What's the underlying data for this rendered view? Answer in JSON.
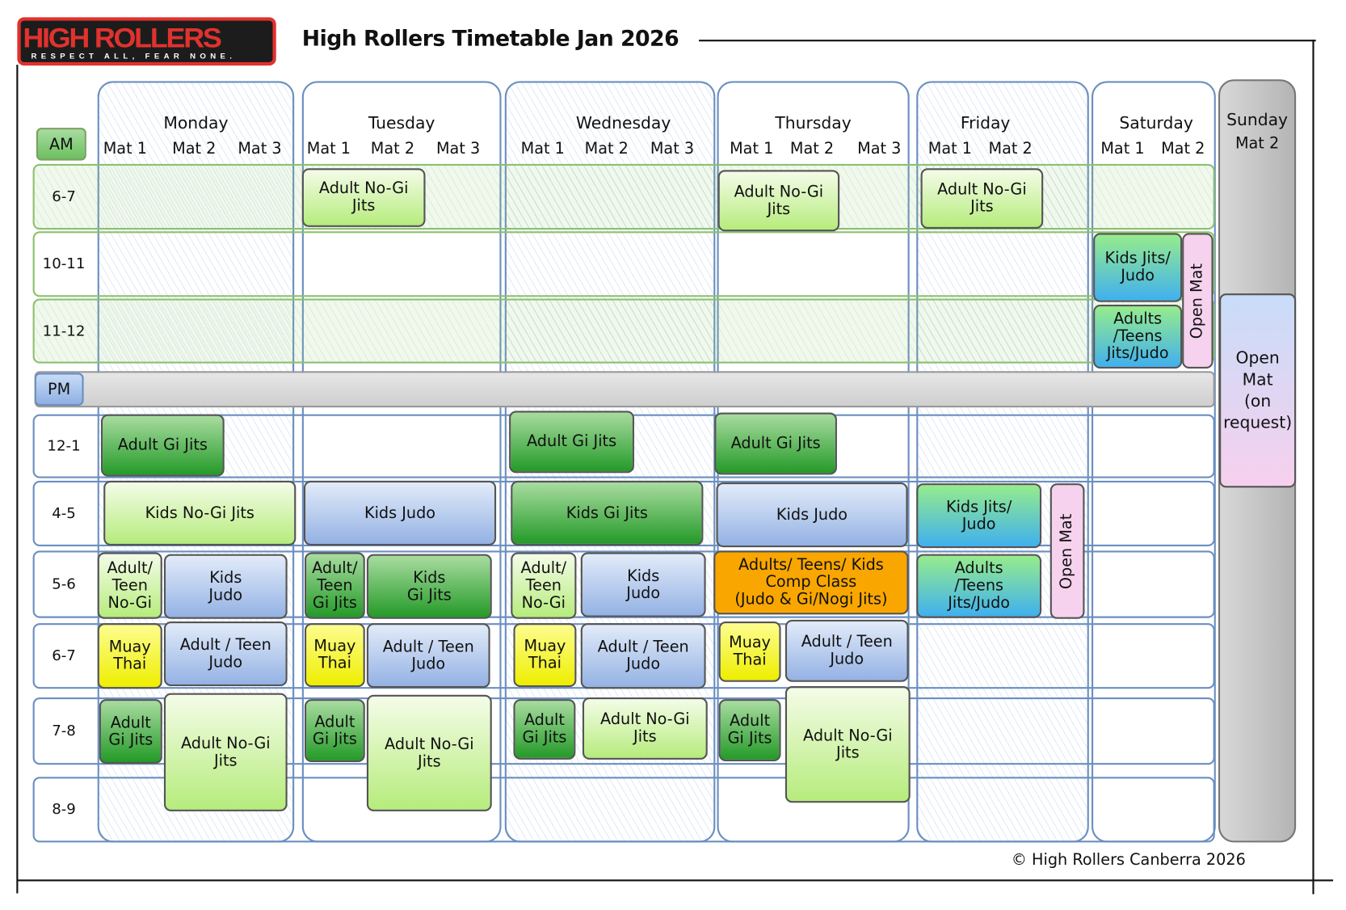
{
  "header": {
    "logo_main": "HIGH ROLLERS",
    "logo_tagline": "RESPECT ALL, FEAR NONE.",
    "title": "High Rollers Timetable Jan 2026"
  },
  "days": [
    {
      "name": "Monday",
      "mats": [
        "Mat 1",
        "Mat 2",
        "Mat 3"
      ]
    },
    {
      "name": "Tuesday",
      "mats": [
        "Mat 1",
        "Mat 2",
        "Mat 3"
      ]
    },
    {
      "name": "Wednesday",
      "mats": [
        "Mat 1",
        "Mat 2",
        "Mat 3"
      ]
    },
    {
      "name": "Thursday",
      "mats": [
        "Mat 1",
        "Mat 2",
        "Mat 3"
      ]
    },
    {
      "name": "Friday",
      "mats": [
        "Mat 1",
        "Mat 2"
      ]
    },
    {
      "name": "Saturday",
      "mats": [
        "Mat 1",
        "Mat 2"
      ]
    },
    {
      "name": "Sunday",
      "mats": [
        "Mat 2"
      ]
    }
  ],
  "periods": {
    "am": "AM",
    "pm": "PM"
  },
  "rows": [
    "6-7",
    "10-11",
    "11-12",
    "12-1",
    "4-5",
    "5-6",
    "6-7",
    "7-8",
    "8-9"
  ],
  "classes": [
    "Adult No-Gi\nJits",
    "Adult No-Gi\nJits",
    "Adult No-Gi\nJits",
    "Kids Jits/\nJudo",
    "Adults\n/Teens\nJits/Judo",
    "Open Mat",
    "Open\nMat\n(on\nrequest)",
    "Adult Gi Jits",
    "Adult Gi Jits",
    "Adult Gi Jits",
    "Kids No-Gi Jits",
    "Kids Judo",
    "Kids Gi Jits",
    "Kids Judo",
    "Kids Jits/\nJudo",
    "Open Mat",
    "Adult/\nTeen\nNo-Gi",
    "Kids\nJudo",
    "Adult/\nTeen\nGi Jits",
    "Kids\nGi Jits",
    "Adult/\nTeen\nNo-Gi",
    "Kids\nJudo",
    "Adults/ Teens/ Kids\nComp Class\n(Judo & Gi/Nogi Jits)",
    "Adults\n/Teens\nJits/Judo",
    "Muay\nThai",
    "Adult / Teen\nJudo",
    "Muay\nThai",
    "Adult / Teen\nJudo",
    "Muay\nThai",
    "Adult / Teen\nJudo",
    "Muay\nThai",
    "Adult / Teen\nJudo",
    "Adult\nGi Jits",
    "Adult No-Gi\nJits",
    "Adult\nGi Jits",
    "Adult No-Gi\nJits",
    "Adult\nGi Jits",
    "Adult No-Gi\nJits",
    "Adult\nGi Jits",
    "Adult No-Gi\nJits"
  ],
  "footer": {
    "copyright": "© High Rollers Canberra 2026"
  },
  "colors": {
    "light_green": "#b6ec7c",
    "dark_green": "#249a28",
    "blue": "#94b2e4",
    "yellow": "#eeee00",
    "orange": "#f9a600",
    "pink": "#f6d2ee",
    "border_blue": "#6b8fc0"
  }
}
